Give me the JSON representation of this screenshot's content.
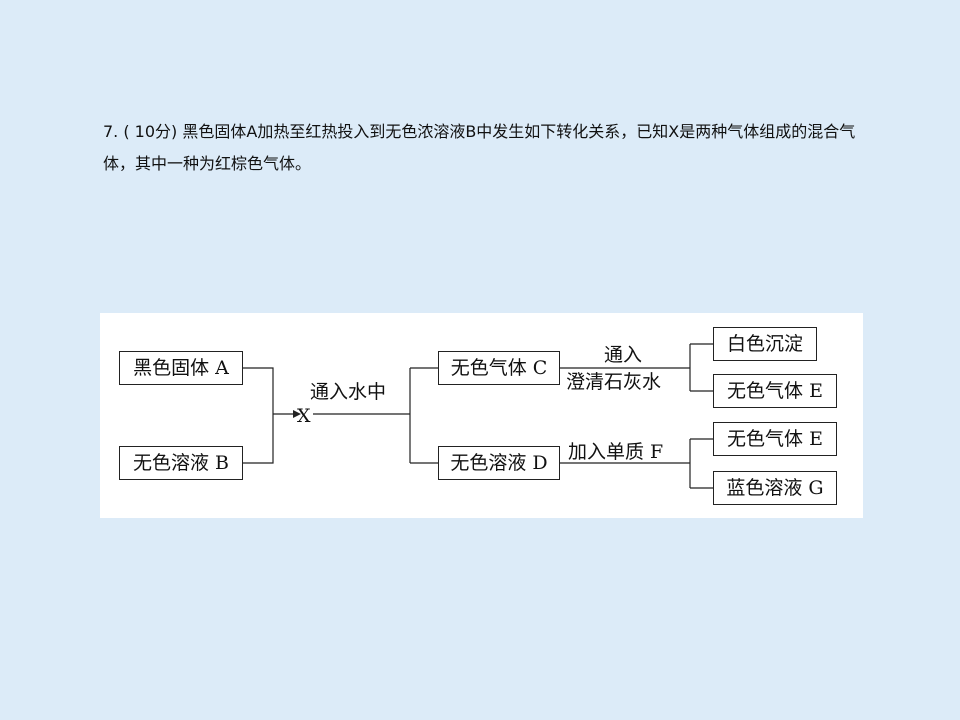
{
  "question": {
    "text": "7. ( 10分) 黑色固体A加热至红热投入到无色浓溶液B中发生如下转化关系，已知X是两种气体组成的混合气体，其中一种为红棕色气体。"
  },
  "diagram": {
    "boxes": {
      "a": "黑色固体 A",
      "b": "无色溶液 B",
      "c": "无色气体 C",
      "d": "无色溶液 D",
      "white_ppt": "白色沉淀",
      "e1": "无色气体 E",
      "e2": "无色气体 E",
      "g": "蓝色溶液 G"
    },
    "labels": {
      "x": "X",
      "into_water": "通入水中",
      "pass_into": "通入",
      "limewater": "澄清石灰水",
      "add_f": "加入单质 F"
    }
  }
}
